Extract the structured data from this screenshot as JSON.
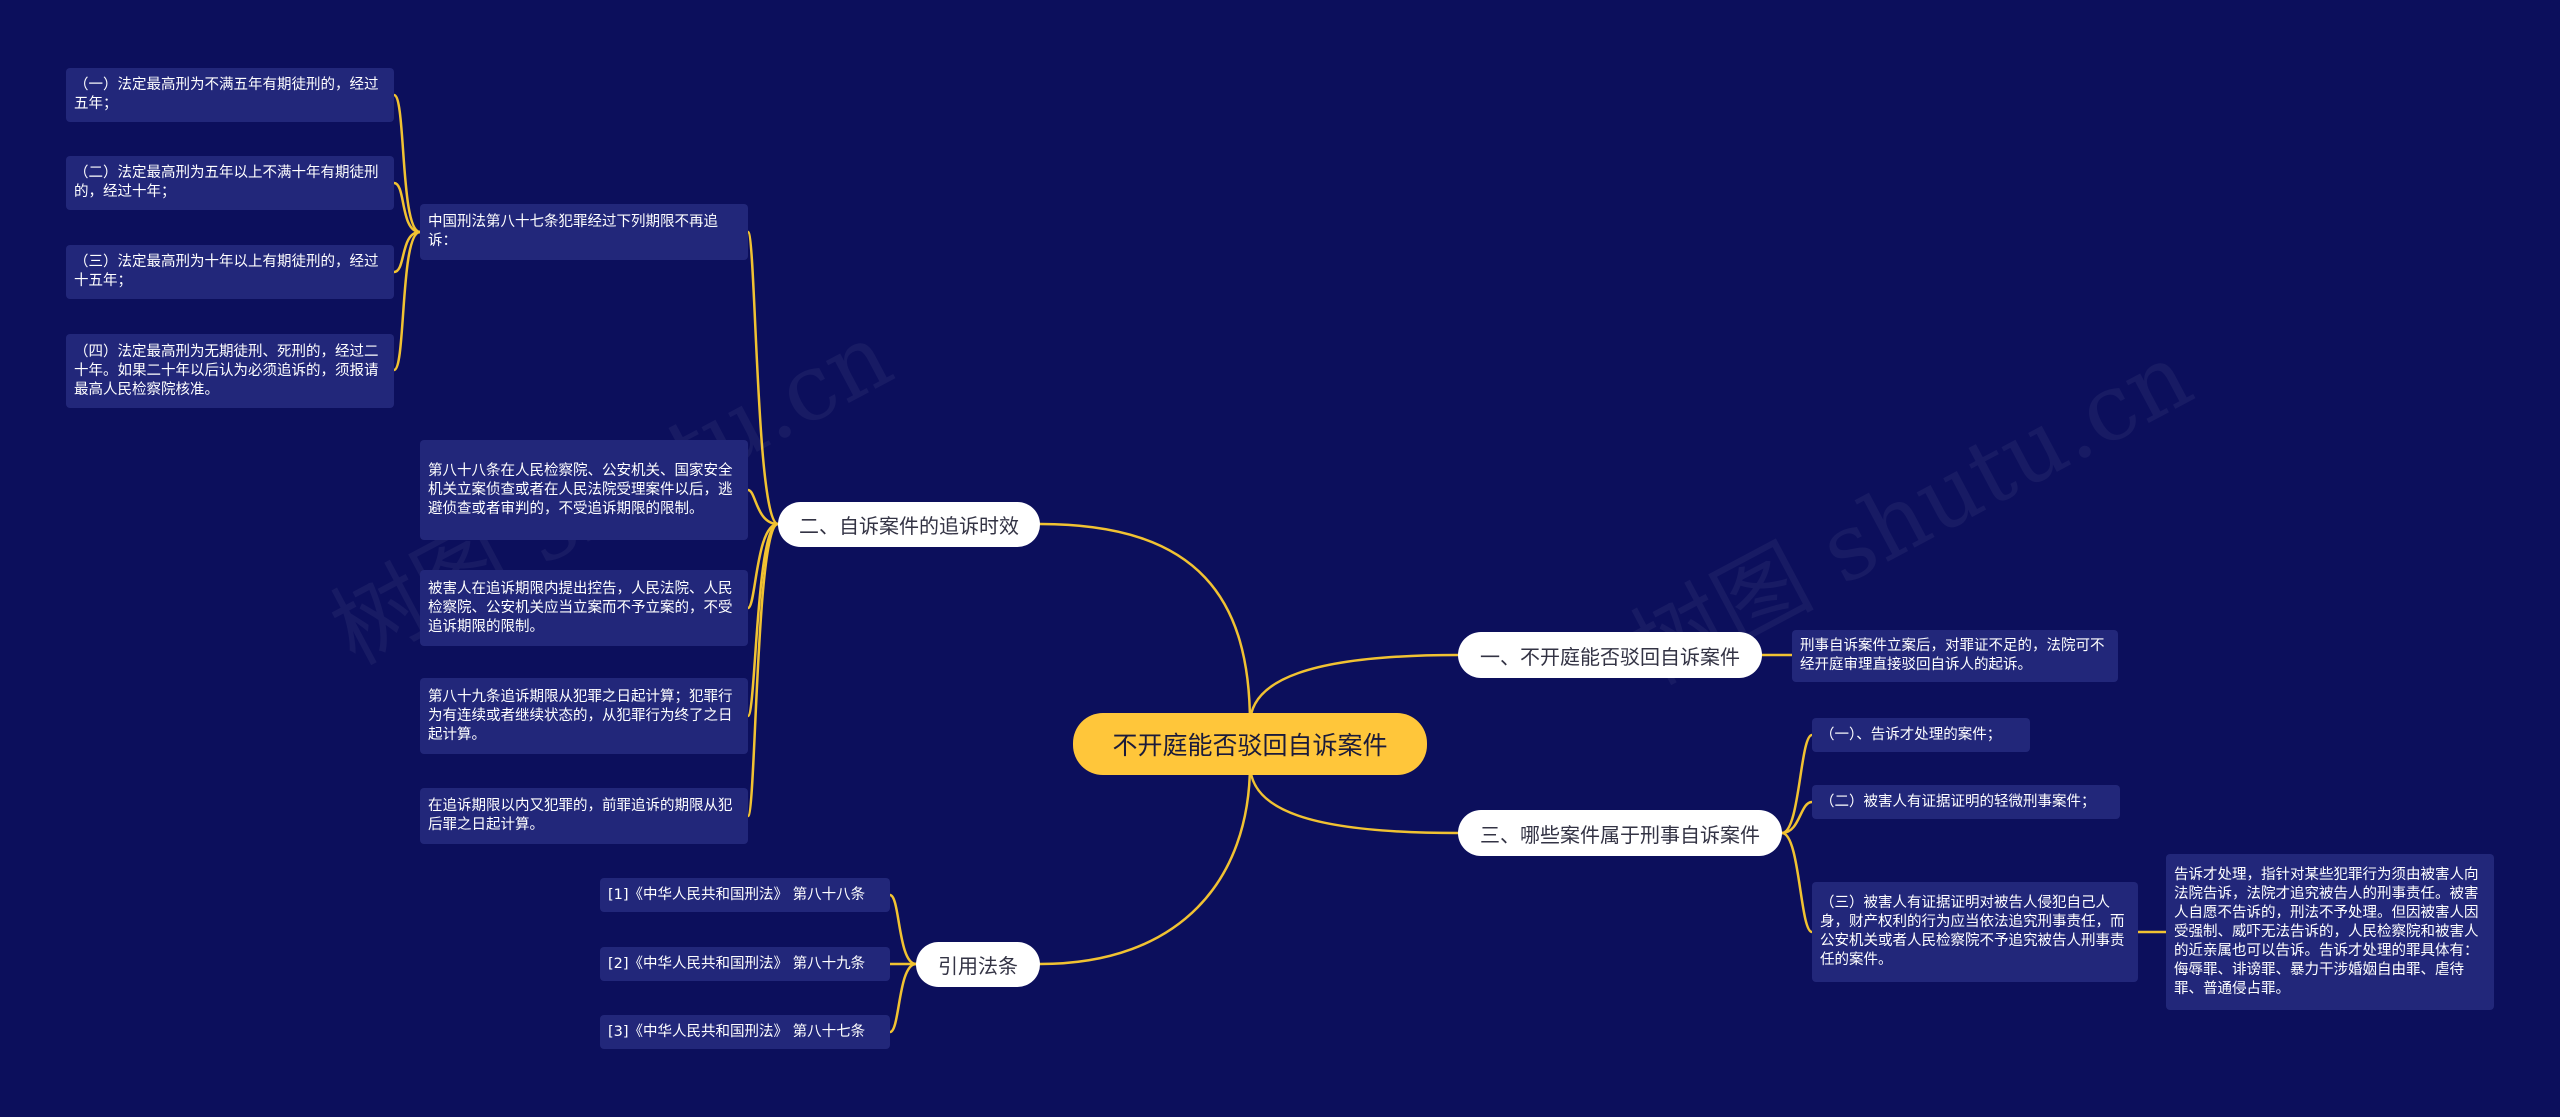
{
  "watermark": "树图 shutu.cn",
  "root": "不开庭能否驳回自诉案件",
  "branches": {
    "b1": "一、不开庭能否驳回自诉案件",
    "b2": "二、自诉案件的追诉时效",
    "b3": "三、哪些案件属于刑事自诉案件",
    "b4": "引用法条"
  },
  "b1_leaves": [
    "刑事自诉案件立案后，对罪证不足的，法院可不经开庭审理直接驳回自诉人的起诉。"
  ],
  "b2_leaves": [
    "中国刑法第八十七条犯罪经过下列期限不再追诉：",
    "第八十八条在人民检察院、公安机关、国家安全机关立案侦查或者在人民法院受理案件以后，逃避侦查或者审判的，不受追诉期限的限制。",
    "被害人在追诉期限内提出控告，人民法院、人民检察院、公安机关应当立案而不予立案的，不受追诉期限的限制。",
    "第八十九条追诉期限从犯罪之日起计算；犯罪行为有连续或者继续状态的，从犯罪行为终了之日起计算。",
    "在追诉期限以内又犯罪的，前罪追诉的期限从犯后罪之日起计算。"
  ],
  "b2_sub": [
    "（一）法定最高刑为不满五年有期徒刑的，经过五年；",
    "（二）法定最高刑为五年以上不满十年有期徒刑的，经过十年；",
    "（三）法定最高刑为十年以上有期徒刑的，经过十五年；",
    "（四）法定最高刑为无期徒刑、死刑的，经过二十年。如果二十年以后认为必须追诉的，须报请最高人民检察院核准。"
  ],
  "b3_leaves": [
    "（一）、告诉才处理的案件；",
    "（二）被害人有证据证明的轻微刑事案件；",
    "（三）被害人有证据证明对被告人侵犯自己人身，财产权利的行为应当依法追究刑事责任，而公安机关或者人民检察院不予追究被告人刑事责任的案件。"
  ],
  "b3_sub": [
    "告诉才处理，指针对某些犯罪行为须由被害人向法院告诉，法院才追究被告人的刑事责任。被害人自愿不告诉的，刑法不予处理。但因被害人因受强制、威吓无法告诉的，人民检察院和被害人的近亲属也可以告诉。告诉才处理的罪具体有：侮辱罪、诽谤罪、暴力干涉婚姻自由罪、虐待罪、普通侵占罪。"
  ],
  "b4_leaves": [
    "[1]《中华人民共和国刑法》 第八十八条",
    "[2]《中华人民共和国刑法》 第八十九条",
    "[3]《中华人民共和国刑法》 第八十七条"
  ]
}
